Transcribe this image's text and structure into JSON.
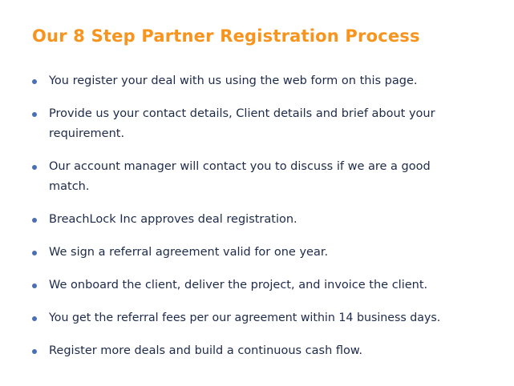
{
  "heading": "Our 8 Step Partner Registration Process",
  "steps": [
    {
      "text": "You register your deal with us using the web form on this page."
    },
    {
      "text": "Provide us your contact details, Client details and brief about your requirement."
    },
    {
      "text": "Our account manager will contact you to discuss if we are a good match."
    },
    {
      "text": "BreachLock Inc approves deal registration."
    },
    {
      "text": "We sign a referral agreement valid for one year."
    },
    {
      "text": "We onboard the client, deliver the project, and invoice the client."
    },
    {
      "text": "You get the referral fees per our agreement within 14 business days."
    },
    {
      "text": "Register more deals and build a continuous cash flow."
    }
  ],
  "colors": {
    "heading": "#f7941d",
    "bullet": "#4a6fb3",
    "text": "#1d2a4a"
  }
}
